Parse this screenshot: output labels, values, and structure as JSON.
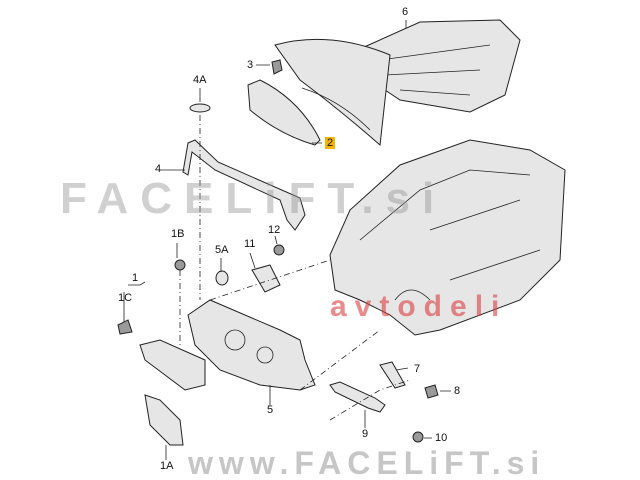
{
  "diagram": {
    "labels": {
      "p6": "6",
      "p3": "3",
      "p4a": "4A",
      "p2": "2",
      "p4": "4",
      "p1b": "1B",
      "p5a": "5A",
      "p11": "11",
      "p12": "12",
      "p1": "1",
      "p1c": "1C",
      "p7": "7",
      "p8": "8",
      "p5": "5",
      "p9": "9",
      "p10": "10",
      "p1a": "1A"
    },
    "highlight_color": "#f5b400"
  },
  "watermarks": {
    "main": "FACELiFT.si",
    "secondary": "avtodeli",
    "bottom": "www.FACELiFT.si"
  }
}
